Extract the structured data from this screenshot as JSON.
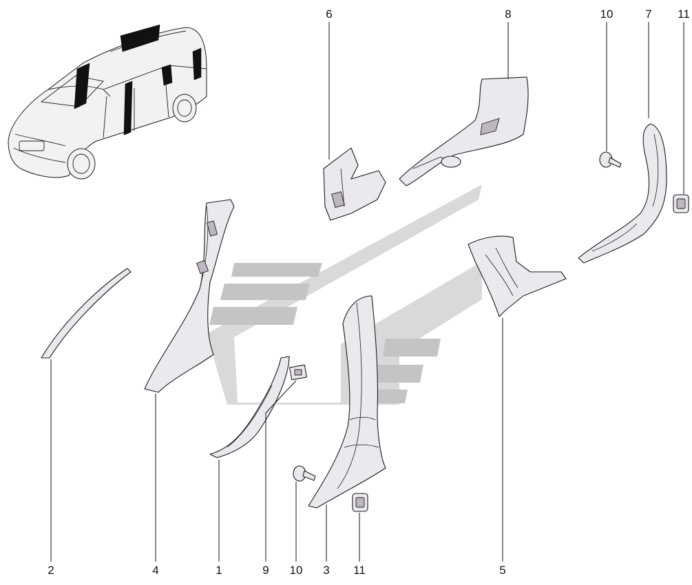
{
  "labels": {
    "top": [
      {
        "id": "6",
        "text": "6"
      },
      {
        "id": "8",
        "text": "8"
      },
      {
        "id": "10",
        "text": "10"
      },
      {
        "id": "7",
        "text": "7"
      },
      {
        "id": "11",
        "text": "11"
      }
    ],
    "bottom": [
      {
        "id": "2",
        "text": "2"
      },
      {
        "id": "4",
        "text": "4"
      },
      {
        "id": "1",
        "text": "1"
      },
      {
        "id": "9",
        "text": "9"
      },
      {
        "id": "10",
        "text": "10"
      },
      {
        "id": "3",
        "text": "3"
      },
      {
        "id": "11",
        "text": "11"
      },
      {
        "id": "5",
        "text": "5"
      }
    ]
  },
  "colors": {
    "part_fill": "#ece9ee",
    "watermark": "#d9d9d9",
    "line": "#1a1a1a"
  }
}
